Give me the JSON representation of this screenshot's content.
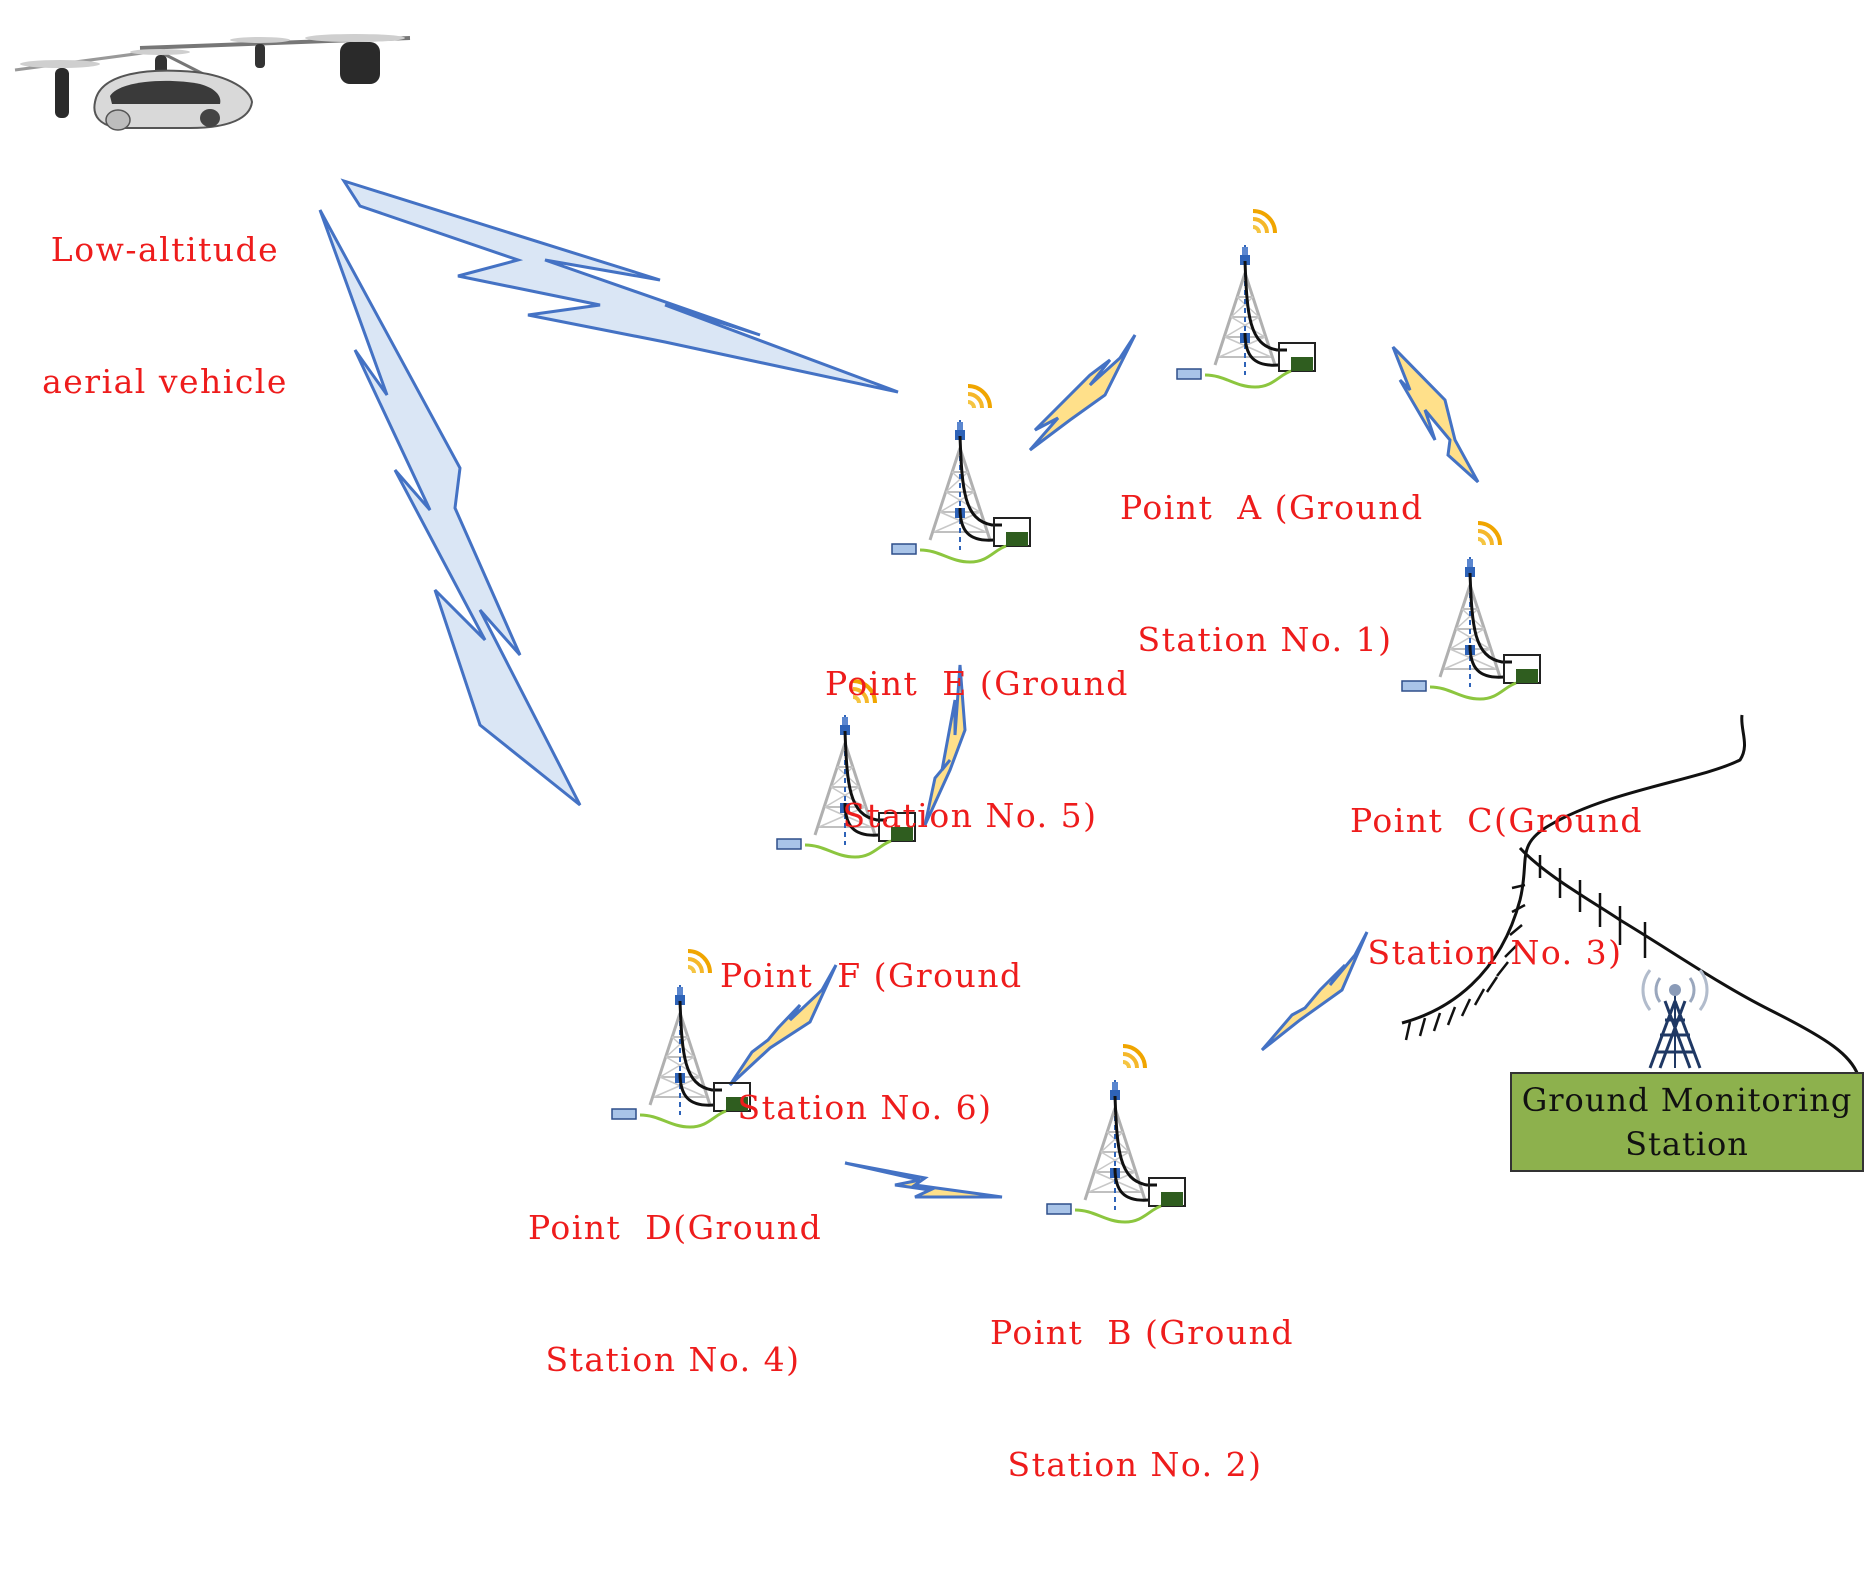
{
  "labels": {
    "vehicle": [
      "Low-altitude",
      "aerial vehicle"
    ],
    "point_a": [
      "Point  A (Ground",
      "Station No. 1)"
    ],
    "point_b": [
      "Point  B (Ground",
      "Station No. 2)"
    ],
    "point_c": [
      "Point  C(Ground",
      "Station No. 3)"
    ],
    "point_d": [
      "Point  D(Ground",
      "Station No. 4)"
    ],
    "point_e": [
      "Point  E (Ground",
      "Station No. 5)"
    ],
    "point_f": [
      "Point  F (Ground",
      "Station No. 6)"
    ],
    "monitor": [
      "Ground Monitoring",
      "Station"
    ]
  },
  "colors": {
    "label_text": "#ee1c1c",
    "link_outline": "#4472c4",
    "link_fill_long": "#dae6f5",
    "link_fill_short": "#ffe08a",
    "monitor_fill": "#8db14d",
    "signal_arcs": "#f0a500"
  },
  "icons": [
    "aerial-vehicle-icon",
    "ground-station-tower-icon",
    "radio-tower-icon",
    "hill-terrain"
  ]
}
